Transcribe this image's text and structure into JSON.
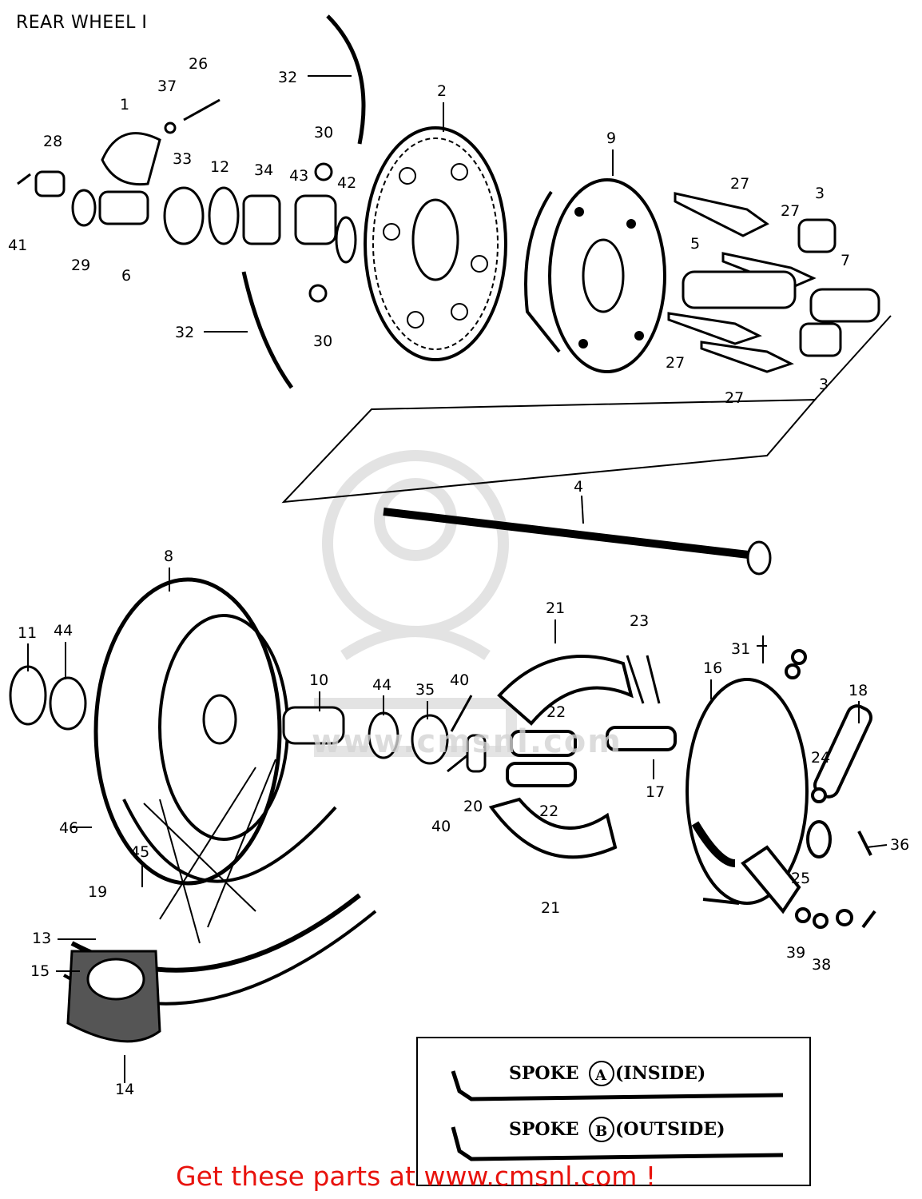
{
  "header": {
    "title": "REAR WHEEL I"
  },
  "callouts": [
    "1",
    "2",
    "3",
    "3",
    "4",
    "5",
    "6",
    "7",
    "8",
    "9",
    "10",
    "11",
    "12",
    "13",
    "14",
    "15",
    "16",
    "17",
    "18",
    "19",
    "20",
    "21",
    "21",
    "22",
    "22",
    "23",
    "24",
    "25",
    "26",
    "27",
    "27",
    "27",
    "27",
    "28",
    "29",
    "30",
    "30",
    "31",
    "32",
    "32",
    "33",
    "34",
    "35",
    "36",
    "37",
    "38",
    "39",
    "40",
    "40",
    "41",
    "42",
    "43",
    "44",
    "44",
    "45",
    "46"
  ],
  "legend": {
    "spoke_a": {
      "label": "SPOKE",
      "letter": "A",
      "position": "(INSIDE)"
    },
    "spoke_b": {
      "label": "SPOKE",
      "letter": "B",
      "position": "(OUTSIDE)"
    }
  },
  "watermark": {
    "text": "www.cmsnl.com"
  },
  "footer": {
    "link_text": "Get these parts at www.cmsnl.com !",
    "color": "#e8120c"
  }
}
